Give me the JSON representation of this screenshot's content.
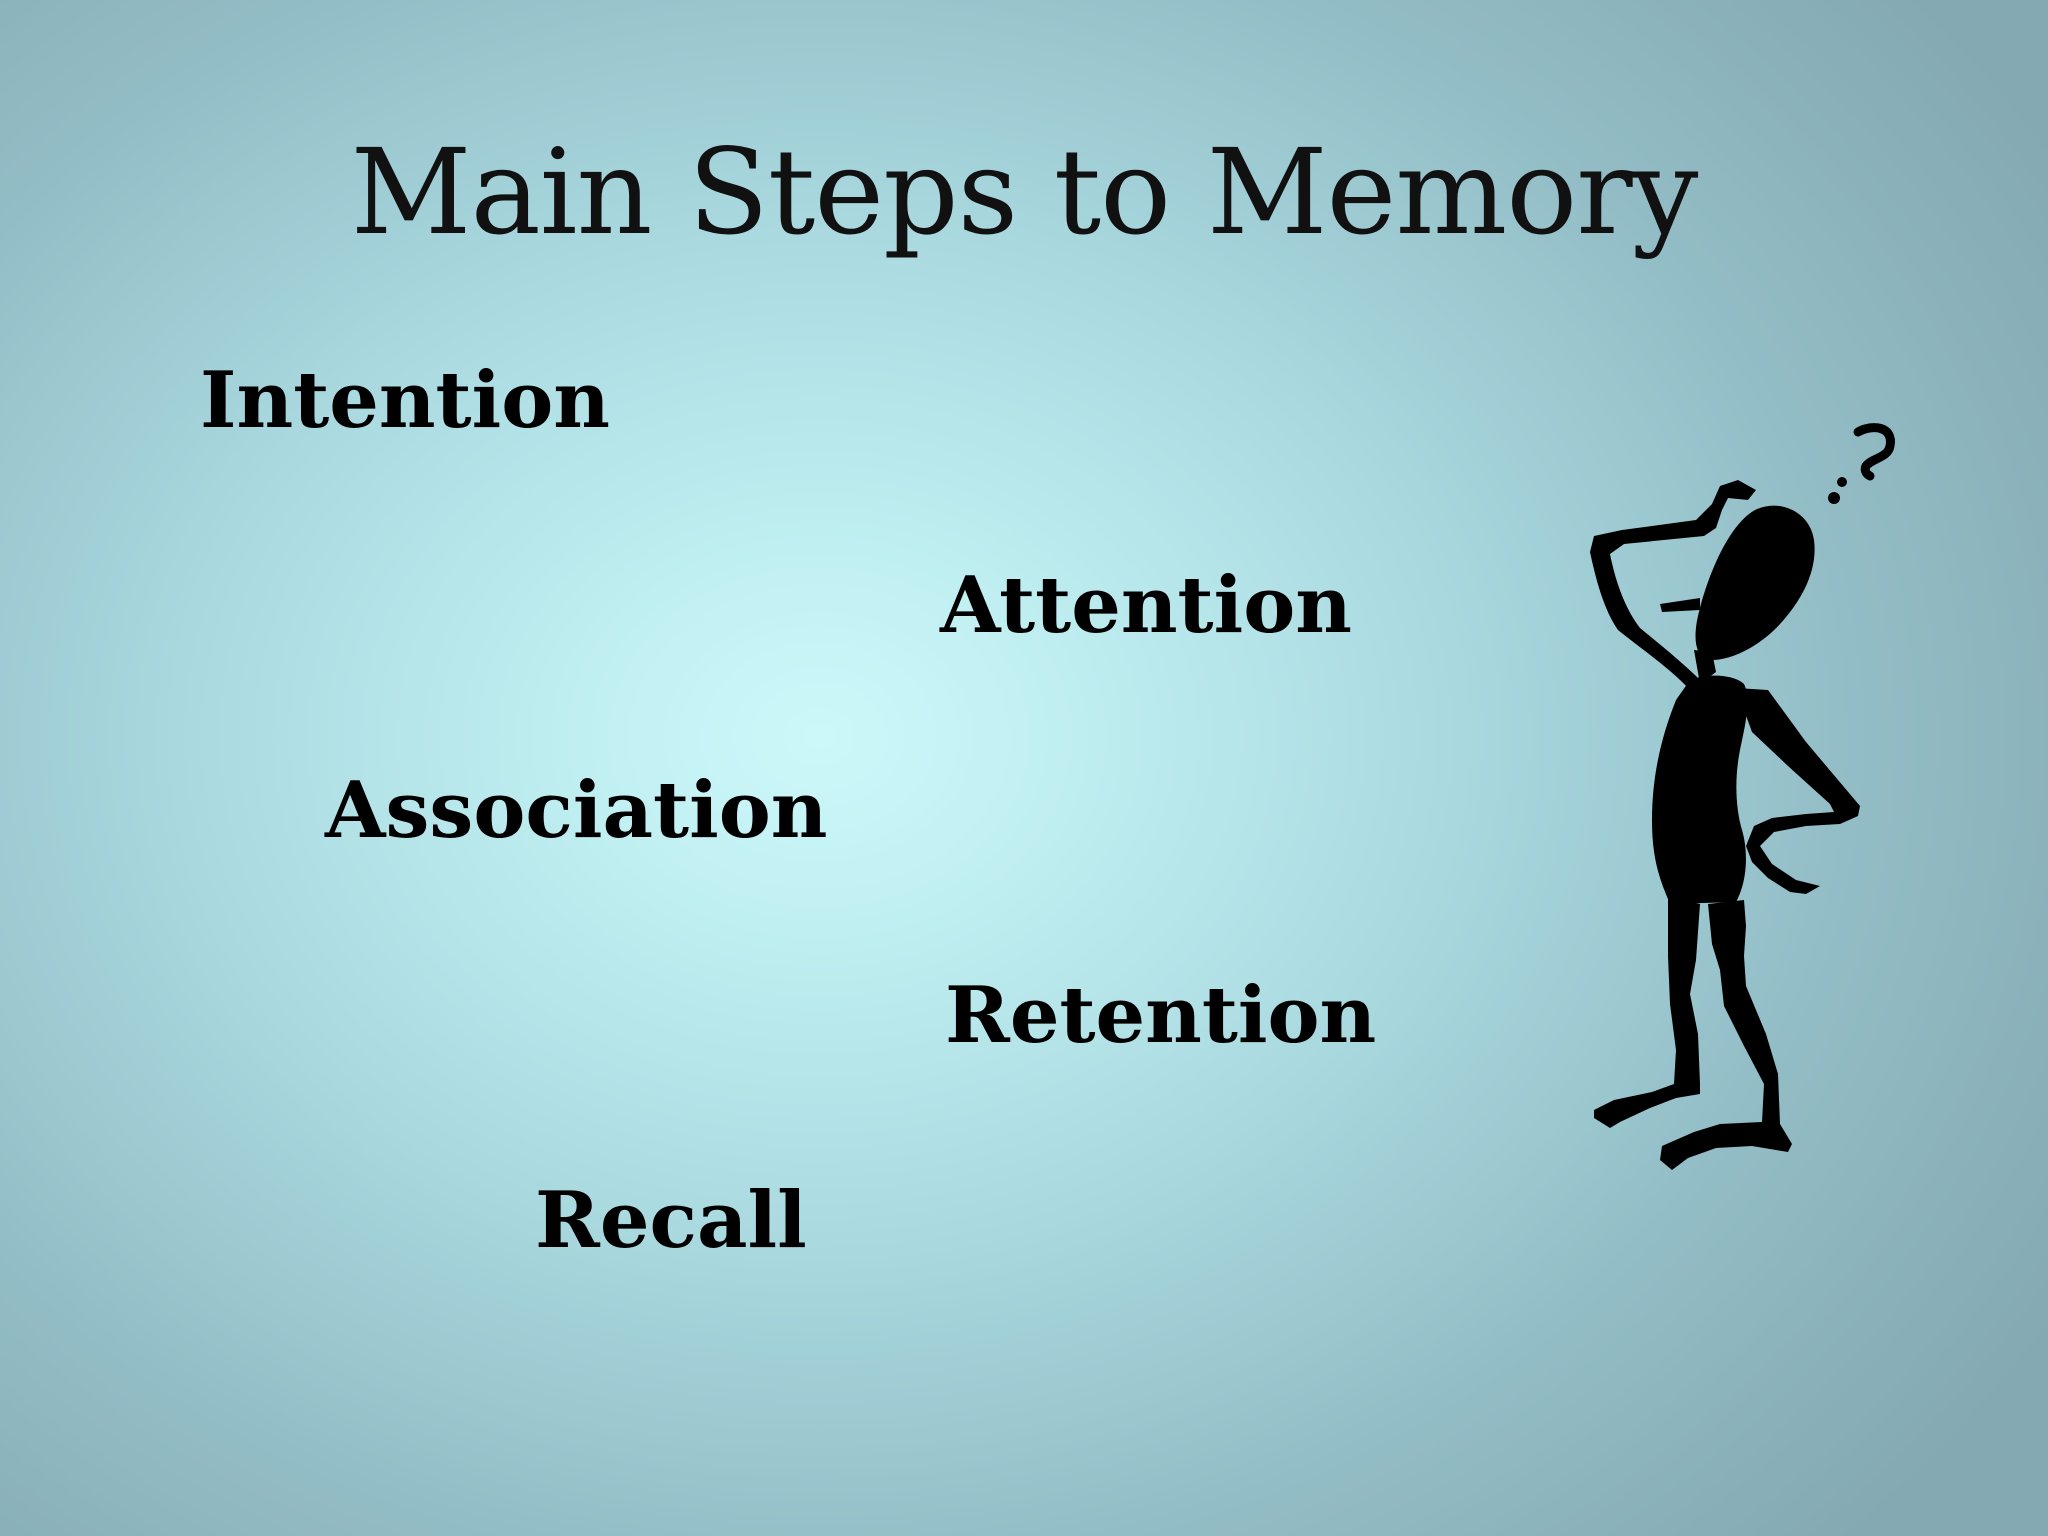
{
  "slide": {
    "title": "Main Steps to Memory",
    "steps": [
      {
        "label": "Intention"
      },
      {
        "label": "Attention"
      },
      {
        "label": "Association"
      },
      {
        "label": "Retention"
      },
      {
        "label": "Recall"
      }
    ],
    "illustration": {
      "icon": "thinking-stick-figure-icon",
      "mark": "?"
    },
    "colors": {
      "background_center": "#cdf8fa",
      "background_edge": "#84a9b2",
      "text": "#000000"
    }
  }
}
